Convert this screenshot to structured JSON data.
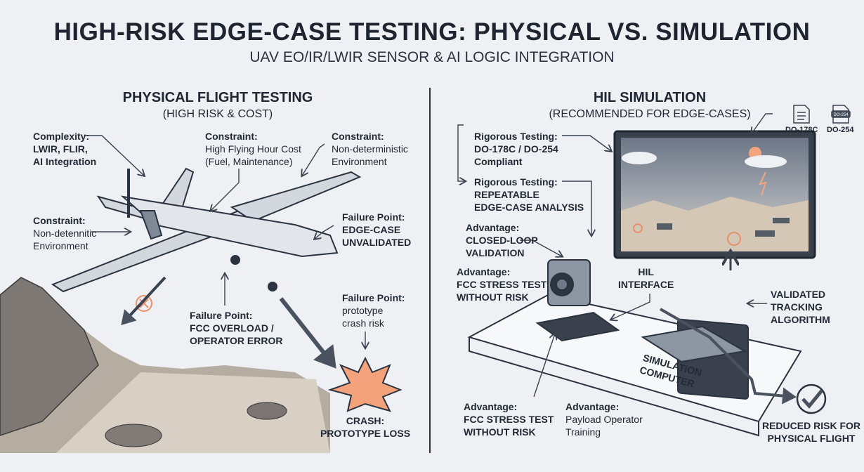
{
  "header": {
    "title": "HIGH-RISK EDGE-CASE TESTING: PHYSICAL VS. SIMULATION",
    "subtitle": "UAV EO/IR/LWIR SENSOR & AI LOGIC INTEGRATION"
  },
  "physical": {
    "heading": "PHYSICAL FLIGHT TESTING",
    "subheading": "(HIGH RISK & COST)",
    "labels": {
      "complexity": [
        "Complexity:",
        "LWIR, FLIR,",
        "AI Integration"
      ],
      "cost": [
        "Constraint:",
        "High Flying Hour Cost",
        "(Fuel, Maintenance)"
      ],
      "env_right": [
        "Constraint:",
        "Non-deterministic",
        "Environment"
      ],
      "env_left": [
        "Constraint:",
        "Non-detennitic",
        "Environment"
      ],
      "edge_case": [
        "Failure Point:",
        "EDGE-CASE",
        "UNVALIDATED"
      ],
      "fcc": [
        "Failure Point:",
        "FCC OVERLOAD /",
        "OPERATOR ERROR"
      ],
      "crash_risk": [
        "Failure Point:",
        "prototype",
        "crash risk"
      ],
      "crash": [
        "CRASH:",
        "PROTOTYPE LOSS"
      ]
    }
  },
  "hil": {
    "heading": "HIL SIMULATION",
    "subheading": "(RECOMMENDED FOR EDGE-CASES)",
    "docs": [
      "DO-178C",
      "DO-254"
    ],
    "doc_icon_text": "DO-254",
    "labels": {
      "rigorous1": [
        "Rigorous Testing:",
        "DO-178C / DO-254",
        "Compliant"
      ],
      "rigorous2": [
        "Rigorous Testing:",
        "REPEATABLE",
        "EDGE-CASE ANALYSIS"
      ],
      "closed_loop": [
        "Advantage:",
        "CLOSED-LOOP",
        "VALIDATION"
      ],
      "fcc_top": [
        "Advantage:",
        "FCC STRESS TEST",
        "WITHOUT RISK"
      ],
      "hil_interface": [
        "HIL",
        "INTERFACE"
      ],
      "tracking": [
        "VALIDATED",
        "TRACKING",
        "ALGORITHM"
      ],
      "sim_computer": [
        "SIMULATION",
        "COMPUTER"
      ],
      "fcc_bottom": [
        "Advantage:",
        "FCC STRESS TEST",
        "WITHOUT RISK"
      ],
      "payload": [
        "Advantage:",
        "Payload Operator",
        "Training"
      ],
      "reduced_risk": [
        "REDUCED RISK FOR",
        "PHYSICAL FLIGHT"
      ]
    }
  },
  "colors": {
    "accent": "#f0a07a",
    "ink": "#1f2733",
    "background": "#eef0f3"
  }
}
